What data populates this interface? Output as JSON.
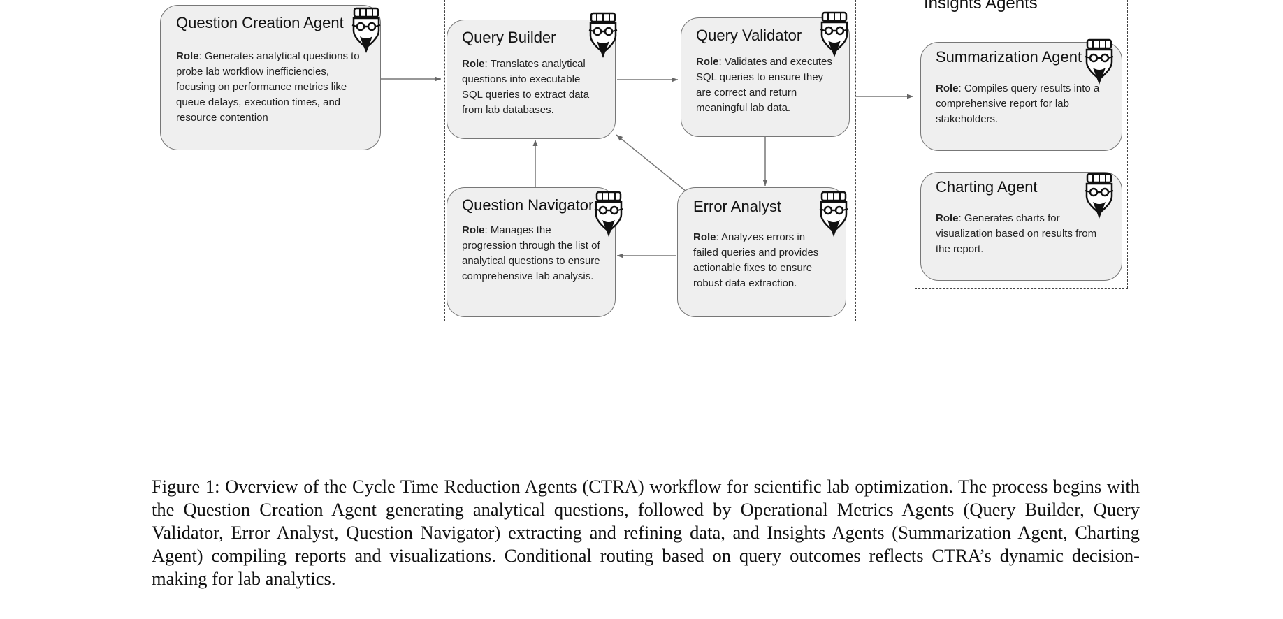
{
  "groups": {
    "insights_title": "Insights Agents"
  },
  "agents": {
    "question_creation": {
      "title": "Question Creation Agent",
      "role_label": "Role",
      "role_text": ": Generates analytical questions to probe lab workflow inefficiencies, focusing on performance metrics like queue delays, execution times, and resource contention"
    },
    "query_builder": {
      "title": "Query Builder",
      "role_label": "Role",
      "role_text": ": Translates analytical questions into executable SQL queries to extract data from lab databases."
    },
    "query_validator": {
      "title": "Query Validator",
      "role_label": "Role",
      "role_text": ": Validates and executes SQL queries to ensure they are correct and return meaningful lab data."
    },
    "question_navigator": {
      "title": "Question Navigator",
      "role_label": "Role",
      "role_text": ": Manages the progression through the list of analytical questions to ensure comprehensive lab analysis."
    },
    "error_analyst": {
      "title": "Error Analyst",
      "role_label": "Role",
      "role_text": ": Analyzes errors in failed queries and provides actionable fixes to ensure robust data extraction."
    },
    "summarization": {
      "title": "Summarization Agent",
      "role_label": "Role",
      "role_text": ": Compiles query results into a comprehensive report for lab stakeholders."
    },
    "charting": {
      "title": "Charting Agent",
      "role_label": "Role",
      "role_text": ": Generates charts for visualization based on results from the report."
    }
  },
  "icons": {
    "agent": "robot-chef-icon"
  },
  "caption": "Figure 1: Overview of the Cycle Time Reduction Agents (CTRA) workflow for scientific lab optimization. The process begins with the Question Creation Agent generating analytical questions, followed by Operational Metrics Agents (Query Builder, Query Validator, Error Analyst, Question Navigator) extracting and refining data, and Insights Agents (Summarization Agent, Charting Agent) compiling reports and visualizations. Conditional routing based on query outcomes reflects CTRA’s dynamic decision-making for lab analytics."
}
